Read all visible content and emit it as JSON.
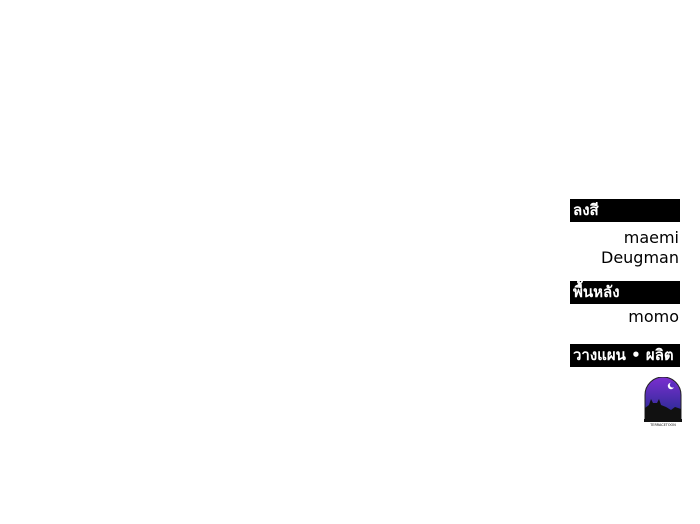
{
  "credits": {
    "coloring": {
      "label": "ลงสี",
      "names": [
        "maemi",
        "Deugman"
      ]
    },
    "background": {
      "label": "พื้นหลัง",
      "names": [
        "momo"
      ]
    },
    "planning": {
      "label": "วางแผน • ผลิต"
    }
  },
  "logo": {
    "text": "TERRACETOON",
    "icon": "cat-moon-logo-icon",
    "colors": {
      "sky_top": "#7b2fd0",
      "sky_bottom": "#1c2a8a",
      "cat": "#111111",
      "moon": "#ffffff"
    }
  }
}
